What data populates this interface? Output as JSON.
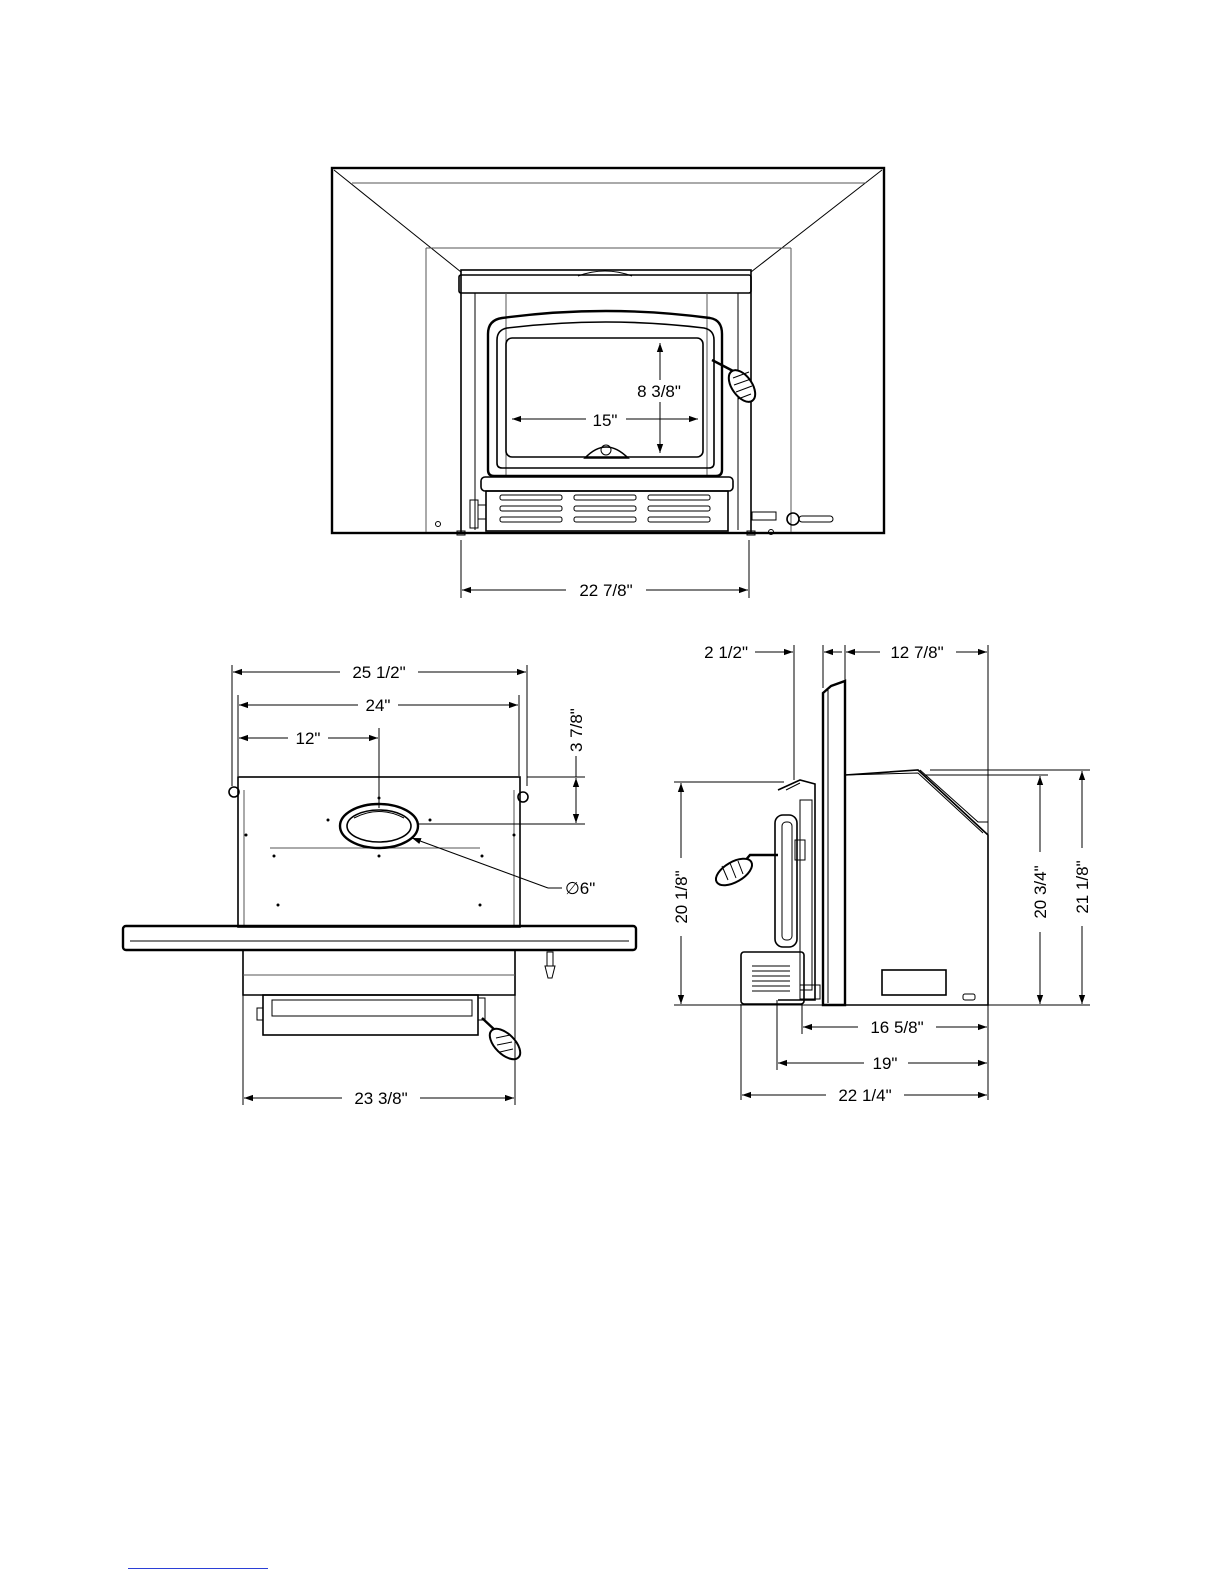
{
  "views": {
    "front": {
      "door_height": "8 3/8\"",
      "door_width": "15\"",
      "body_width": "22 7/8\""
    },
    "top": {
      "overall_width": "25 1/2\"",
      "body_width": "24\"",
      "flue_offset": "12\"",
      "flue_depth": "3 7/8\"",
      "flue_diameter": "∅6\"",
      "front_width": "23 3/8\""
    },
    "side": {
      "surround_depth": "2 1/2\"",
      "rear_depth": "12 7/8\"",
      "height_front": "20 1/8\"",
      "height_rear": "20 3/4\"",
      "height_overall": "21 1/8\"",
      "depth_1": "16 5/8\"",
      "depth_2": "19\"",
      "depth_overall": "22 1/4\""
    }
  }
}
